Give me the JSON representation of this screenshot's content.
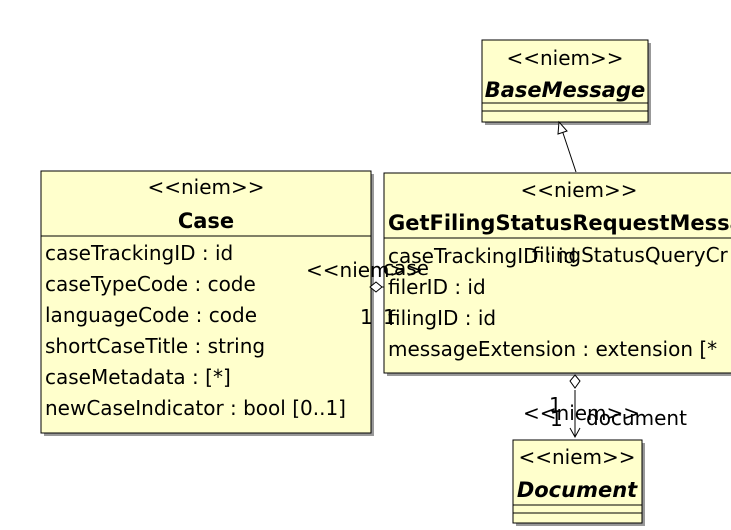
{
  "colors": {
    "class_fill": "#ffffcc",
    "border": "#000000",
    "shadow": "#999999"
  },
  "base_message": {
    "stereotype": "<<niem>>",
    "name": "BaseMessage"
  },
  "case": {
    "stereotype": "<<niem>>",
    "name": "Case",
    "attributes": [
      "caseTrackingID : id",
      "caseTypeCode : code",
      "languageCode : code",
      "shortCaseTitle : string",
      "caseMetadata :  [*]",
      "newCaseIndicator : bool [0..1]"
    ]
  },
  "request": {
    "stereotype": "<<niem>>",
    "name": "GetFilingStatusRequestMessa",
    "attributes": [
      "caseTrackingID : id",
      "filerID : id",
      "filingID : id",
      "messageExtension : extension [*"
    ],
    "overlap_text": "filingStatusQueryCr"
  },
  "document": {
    "stereotype": "<<niem>>",
    "name": "Document"
  },
  "assoc_case": {
    "stereotype": "<<niem>>",
    "role": "case",
    "mult_near": "1",
    "mult_far": "1"
  },
  "assoc_document": {
    "mult_top": "1",
    "mult_bottom": "1",
    "stereotype": "<<niem>>",
    "role": "document"
  }
}
